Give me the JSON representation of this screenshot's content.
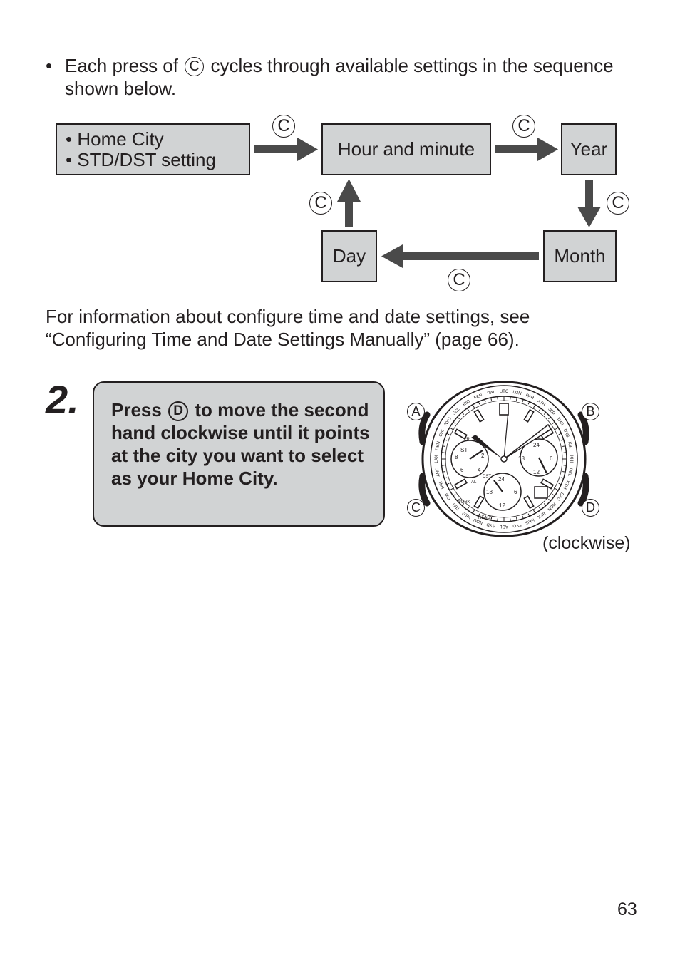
{
  "intro": {
    "bullet": "•",
    "text_before": "Each press of",
    "button": "C",
    "text_after": "cycles through available settings in the sequence shown below."
  },
  "flow": {
    "box_home_lines": [
      "• Home City",
      "• STD/DST setting"
    ],
    "box_hour": "Hour and minute",
    "box_year": "Year",
    "box_month": "Month",
    "box_day": "Day",
    "arrow_button": "C"
  },
  "info_text": "For information about configure time and date settings, see “Configuring Time and Date Settings Manually” (page 66).",
  "step": {
    "number": "2.",
    "text_press": "Press",
    "button": "D",
    "text_rest": "to move the second hand clockwise until it points at the city you want to select as your Home City."
  },
  "watch": {
    "buttons": [
      "A",
      "B",
      "C",
      "D"
    ],
    "caption": "(clockwise)",
    "subdial_left_numbers": [
      "2",
      "4",
      "6",
      "8"
    ],
    "subdial_right_numbers": [
      "24",
      "6",
      "12",
      "18"
    ],
    "subdial_bottom_numbers": [
      "24",
      "6",
      "12",
      "18"
    ],
    "dial_labels": [
      "ST",
      "AL",
      "DST",
      "WORK",
      "READY",
      "FR",
      "SA"
    ],
    "bezel_cities": [
      "UTC",
      "LON",
      "PAR",
      "ATH",
      "JED",
      "THR",
      "DXB",
      "KBL",
      "KHI",
      "DEL",
      "KTM",
      "DAC",
      "RGN",
      "BKK",
      "HKG",
      "TYO",
      "ADL",
      "SYD",
      "NOU",
      "WLG",
      "TBU",
      "CXI",
      "HNL",
      "ANC",
      "LAX",
      "DEN",
      "CHI",
      "NYC",
      "SCL",
      "RIO",
      "FEN",
      "RAI"
    ]
  },
  "page_number": "63"
}
